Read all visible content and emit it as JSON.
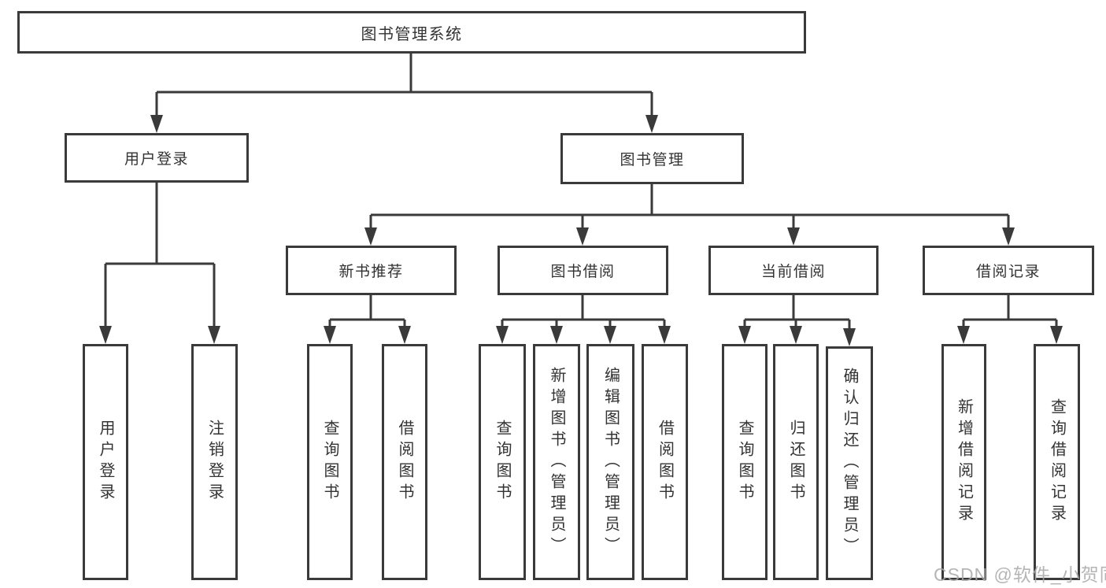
{
  "tree": {
    "label": "图书管理系统",
    "children": [
      {
        "label": "用户登录",
        "children": [
          {
            "label": "用户登录"
          },
          {
            "label": "注销登录"
          }
        ]
      },
      {
        "label": "图书管理",
        "children": [
          {
            "label": "新书推荐",
            "children": [
              {
                "label": "查询图书"
              },
              {
                "label": "借阅图书"
              }
            ]
          },
          {
            "label": "图书借阅",
            "children": [
              {
                "label": "查询图书"
              },
              {
                "label": "新增图书（管理员）"
              },
              {
                "label": "编辑图书（管理员）"
              },
              {
                "label": "借阅图书"
              }
            ]
          },
          {
            "label": "当前借阅",
            "children": [
              {
                "label": "查询图书"
              },
              {
                "label": "归还图书"
              },
              {
                "label": "确认归还（管理员）"
              }
            ]
          },
          {
            "label": "借阅记录",
            "children": [
              {
                "label": "新增借阅记录"
              },
              {
                "label": "查询借阅记录"
              }
            ]
          }
        ]
      }
    ]
  },
  "watermark": "CSDN @软件_小贺同学",
  "colors": {
    "line": "#3a3a3a",
    "text": "#333333",
    "background": "#ffffff",
    "watermark": "#a9a9a9"
  }
}
